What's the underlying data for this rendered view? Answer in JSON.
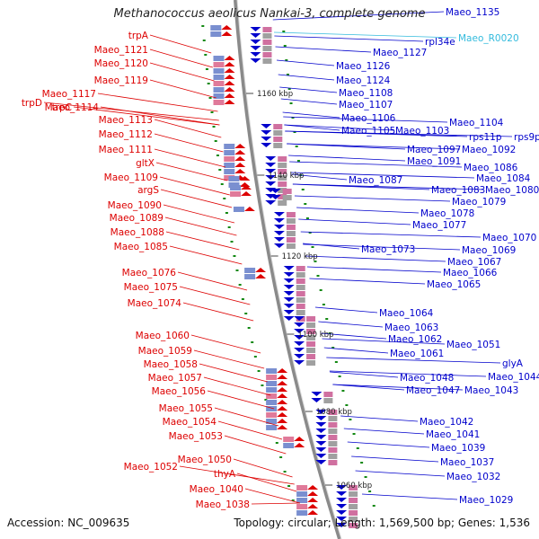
{
  "title": "Methanococcus aeolicus Nankai-3, complete genome",
  "accession": "Accession: NC_009635",
  "topology": "Topology: circular; Length: 1,569,500 bp; Genes: 1,536",
  "colors": {
    "forward": "#0000cc",
    "reverse": "#dd0000",
    "rna": "#33bbdd",
    "backbone": "#888888",
    "gc": "#118811"
  },
  "scale_labels": [
    "1160 kbp",
    "1140 kbp",
    "1120 kbp",
    "1100 kbp",
    "1080 kbp",
    "1060 kbp"
  ],
  "left_genes": [
    "trpA",
    "Maeo_1121",
    "Maeo_1120",
    "Maeo_1119",
    "Maeo_1117",
    "trpD",
    "trpC",
    "Maeo_1114",
    "Maeo_1113",
    "Maeo_1112",
    "Maeo_1111",
    "gltX",
    "Maeo_1109",
    "argS",
    "Maeo_1090",
    "Maeo_1089",
    "Maeo_1088",
    "Maeo_1085",
    "Maeo_1076",
    "Maeo_1075",
    "Maeo_1074",
    "Maeo_1060",
    "Maeo_1059",
    "Maeo_1058",
    "Maeo_1057",
    "Maeo_1056",
    "Maeo_1055",
    "Maeo_1054",
    "Maeo_1053",
    "Maeo_1050",
    "Maeo_1052",
    "thyA",
    "Maeo_1040",
    "Maeo_1038"
  ],
  "right_genes": [
    "Maeo_1135",
    "rpl34e",
    "Maeo_R0020",
    "Maeo_1127",
    "Maeo_1126",
    "Maeo_1124",
    "Maeo_1108",
    "Maeo_1107",
    "Maeo_1106",
    "Maeo_1105",
    "Maeo_1103",
    "Maeo_1104",
    "rps11p",
    "rps9p",
    "Maeo_1097",
    "Maeo_1092",
    "Maeo_1091",
    "Maeo_1086",
    "Maeo_1087",
    "Maeo_1084",
    "Maeo_1083",
    "Maeo_1080",
    "Maeo_1079",
    "Maeo_1078",
    "Maeo_1077",
    "Maeo_1073",
    "Maeo_1070",
    "Maeo_1069",
    "Maeo_1067",
    "Maeo_1066",
    "Maeo_1065",
    "Maeo_1064",
    "Maeo_1063",
    "Maeo_1062",
    "Maeo_1051",
    "Maeo_1061",
    "glyA",
    "Maeo_1048",
    "Maeo_1044",
    "Maeo_1047",
    "Maeo_1043",
    "Maeo_1042",
    "Maeo_1041",
    "Maeo_1039",
    "Maeo_1037",
    "Maeo_1032",
    "Maeo_1029"
  ]
}
